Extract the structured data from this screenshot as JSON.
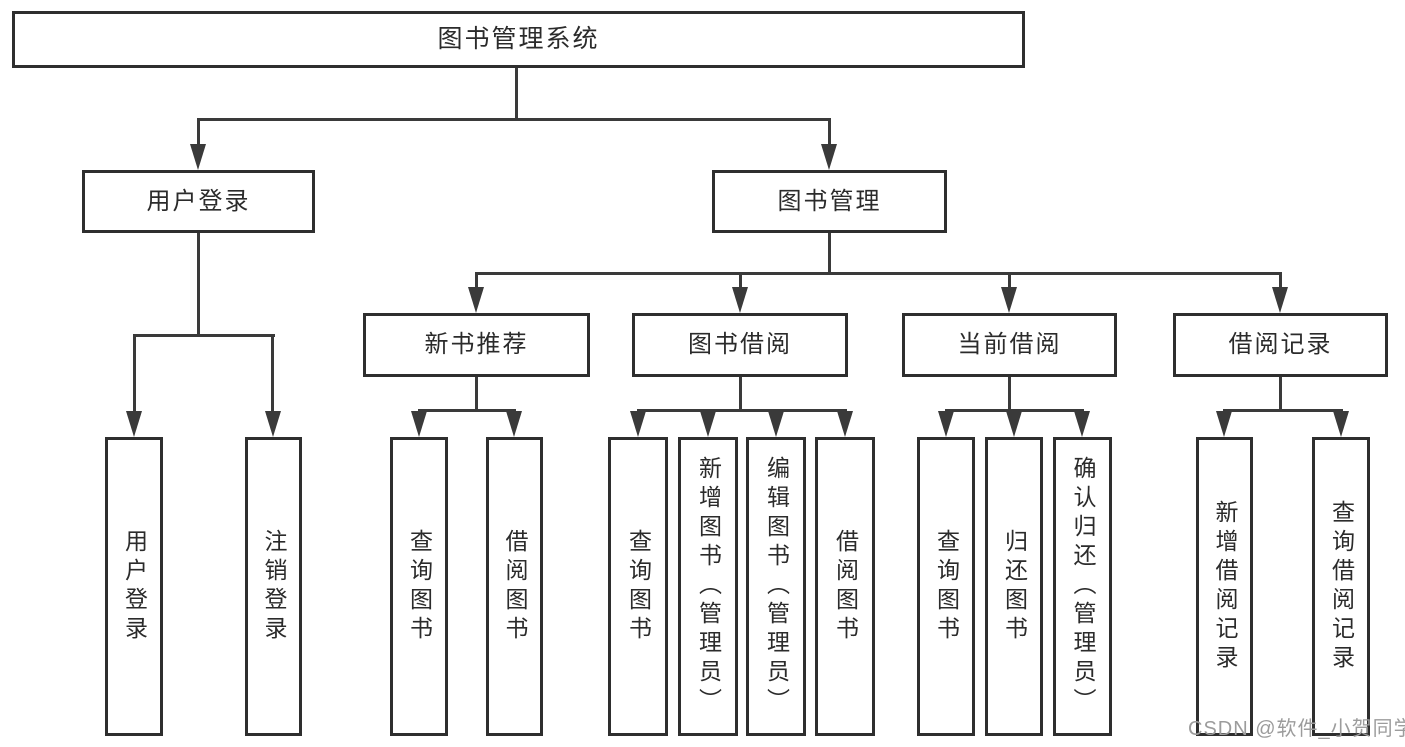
{
  "diagram": {
    "root": {
      "label": "图书管理系统"
    },
    "level2": [
      {
        "label": "用户登录"
      },
      {
        "label": "图书管理"
      }
    ],
    "level3": [
      {
        "label": "新书推荐"
      },
      {
        "label": "图书借阅"
      },
      {
        "label": "当前借阅"
      },
      {
        "label": "借阅记录"
      }
    ],
    "leaves_login": [
      {
        "label": "用户登录"
      },
      {
        "label": "注销登录"
      }
    ],
    "leaves_recommend": [
      {
        "label": "查询图书"
      },
      {
        "label": "借阅图书"
      }
    ],
    "leaves_borrow": [
      {
        "label": "查询图书"
      },
      {
        "label": "新增图书（管理员）"
      },
      {
        "label": "编辑图书（管理员）"
      },
      {
        "label": "借阅图书"
      }
    ],
    "leaves_current": [
      {
        "label": "查询图书"
      },
      {
        "label": "归还图书"
      },
      {
        "label": "确认归还（管理员）"
      }
    ],
    "leaves_records": [
      {
        "label": "新增借阅记录"
      },
      {
        "label": "查询借阅记录"
      }
    ]
  },
  "watermark": {
    "text": "CSDN @软件_小贺同学"
  },
  "colors": {
    "line": "#3a3a3a",
    "box_border": "#2e2e2e",
    "text": "#2b2b2b",
    "watermark": "#9c9c9c",
    "background": "#ffffff"
  }
}
